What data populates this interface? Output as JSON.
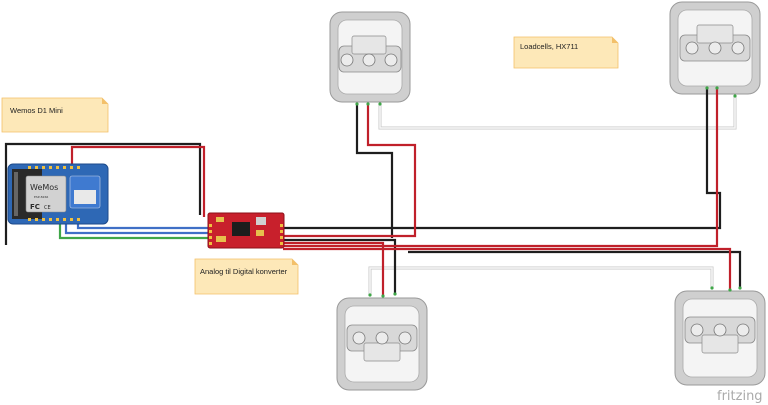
{
  "notes": {
    "wemos": "Wemos D1 Mini",
    "adc": "Analog til Digital konverter",
    "loadcells": "Loadcells, HX711"
  },
  "board": {
    "brand": "WeMos",
    "chip_text": "ESP-8266",
    "fcc": "FC",
    "ce": "CE"
  },
  "watermark": "fritzing",
  "wire_colors": {
    "red": "#c0202a",
    "black": "#222222",
    "white": "#e8e8e8",
    "green": "#3fa648",
    "blue": "#3f6fc6"
  },
  "accent": {
    "note_fill": "#fde8b8",
    "note_edge": "#f3c06a",
    "board_blue": "#2e68b5",
    "hx711_red": "#c8202c"
  }
}
